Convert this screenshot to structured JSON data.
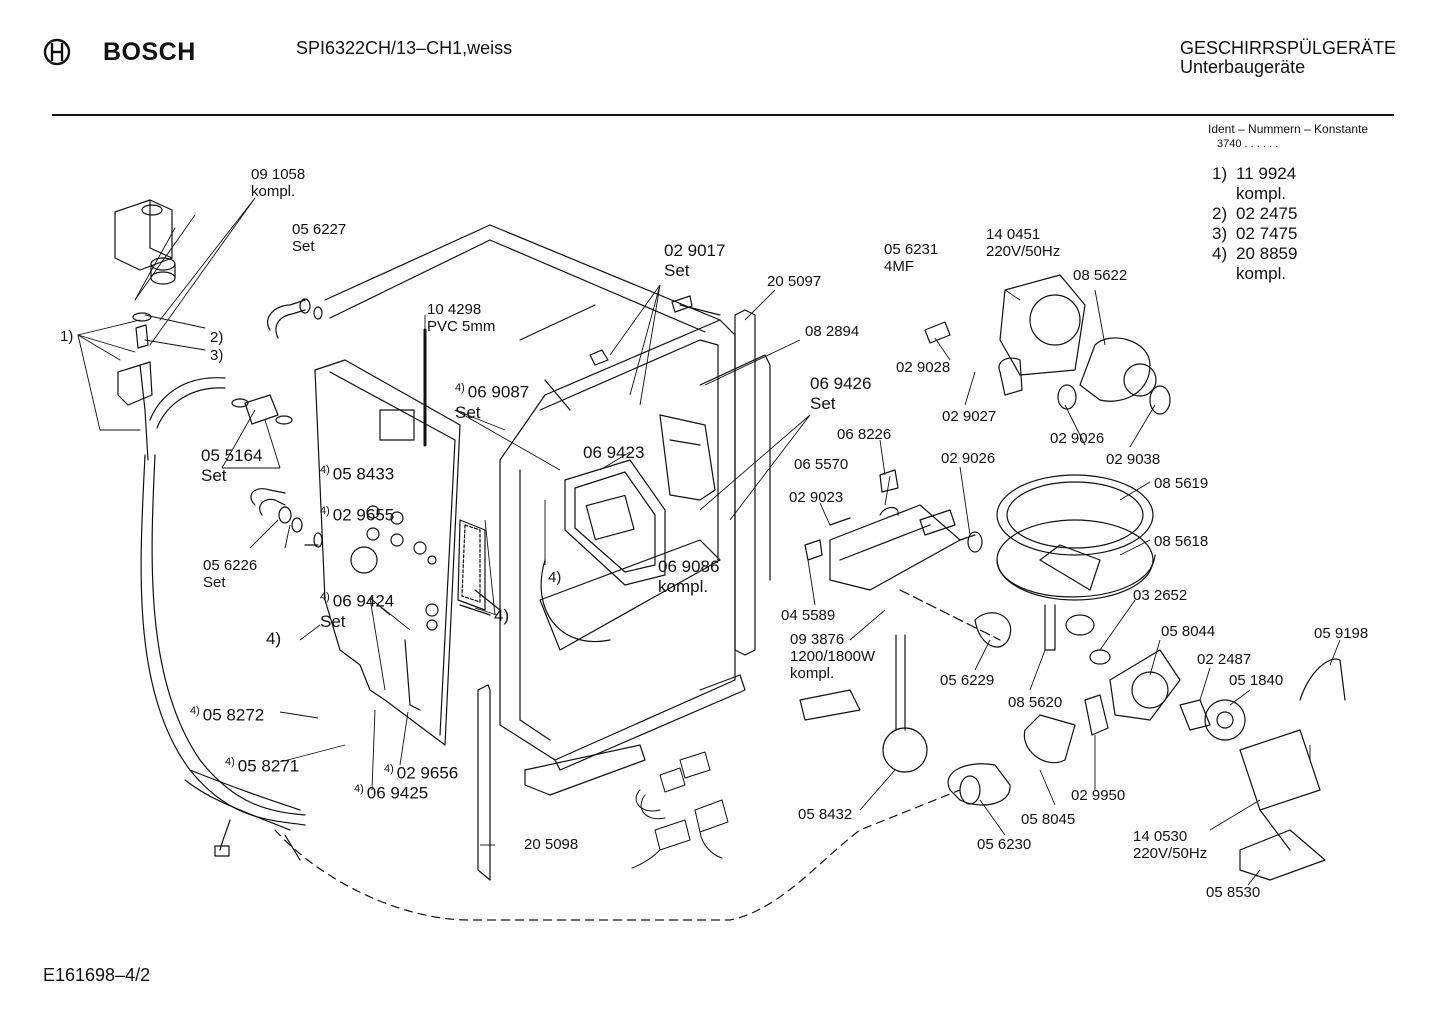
{
  "header": {
    "brand": "BOSCH",
    "model": "SPI6322CH/13–CH1,weiss",
    "category": "GESCHIRRSPÜLGERÄTE",
    "subcategory": "Unterbaugeräte",
    "ident_title": "Ident – Nummern – Konstante",
    "ident_value": "3740 . .  . . . ."
  },
  "legend": [
    {
      "key": "1)",
      "value": "11 9924",
      "extra": "kompl."
    },
    {
      "key": "2)",
      "value": "02 2475",
      "extra": ""
    },
    {
      "key": "3)",
      "value": "02 7475",
      "extra": ""
    },
    {
      "key": "4)",
      "value": "20 8859",
      "extra": "kompl."
    }
  ],
  "footer": {
    "drawing_id": "E161698–4/2"
  },
  "labels": {
    "p091058": "09 1058",
    "p091058_s": "kompl.",
    "p056227": "05 6227",
    "p056227_s": "Set",
    "ref1": "1)",
    "ref2": "2)",
    "ref3": "3)",
    "p104298": "10 4298",
    "p104298_s": "PVC 5mm",
    "p069087": "06 9087",
    "p069087_s": "Set",
    "p029017": "02 9017",
    "p029017_s": "Set",
    "p205097": "20 5097",
    "p082894": "08 2894",
    "p056231": "05 6231",
    "p056231_s": "4MF",
    "p140451": "14 0451",
    "p140451_s": "220V/50Hz",
    "p085622": "08 5622",
    "p029028": "02 9028",
    "p029027": "02 9027",
    "p029026a": "02 9026",
    "p029038": "02 9038",
    "p055164": "05 5164",
    "p055164_s": "Set",
    "p058433": "05 8433",
    "p029655": "02 9655",
    "p069423": "06 9423",
    "p069426": "06 9426",
    "p069426_s": "Set",
    "p068226": "06 8226",
    "p065570": "06 5570",
    "p029026b": "02 9026",
    "p085619": "08 5619",
    "p029023": "02 9023",
    "p085618": "08 5618",
    "p056226": "05 6226",
    "p056226_s": "Set",
    "p069086": "06 9086",
    "p069086_s": "kompl.",
    "ref4_mid": "4)",
    "p069424": "06 9424",
    "p069424_s": "Set",
    "ref4_left": "4)",
    "ref4_center": "4)",
    "p045589": "04 5589",
    "p093876": "09 3876",
    "p093876_s": "1200/1800W",
    "p093876_k": "kompl.",
    "p032652": "03 2652",
    "p058044": "05 8044",
    "p059198": "05 9198",
    "p022487": "02 2487",
    "p051840": "05 1840",
    "p056229": "05 6229",
    "p085620": "08 5620",
    "p058272": "05 8272",
    "p058271": "05 8271",
    "p029656": "02 9656",
    "p069425": "06 9425",
    "p029950": "02 9950",
    "p058432": "05 8432",
    "p058045": "05 8045",
    "p140530": "14 0530",
    "p140530_s": "220V/50Hz",
    "p056230": "05 6230",
    "p205098": "20 5098",
    "p058530": "05 8530",
    "sup4": "4)"
  }
}
